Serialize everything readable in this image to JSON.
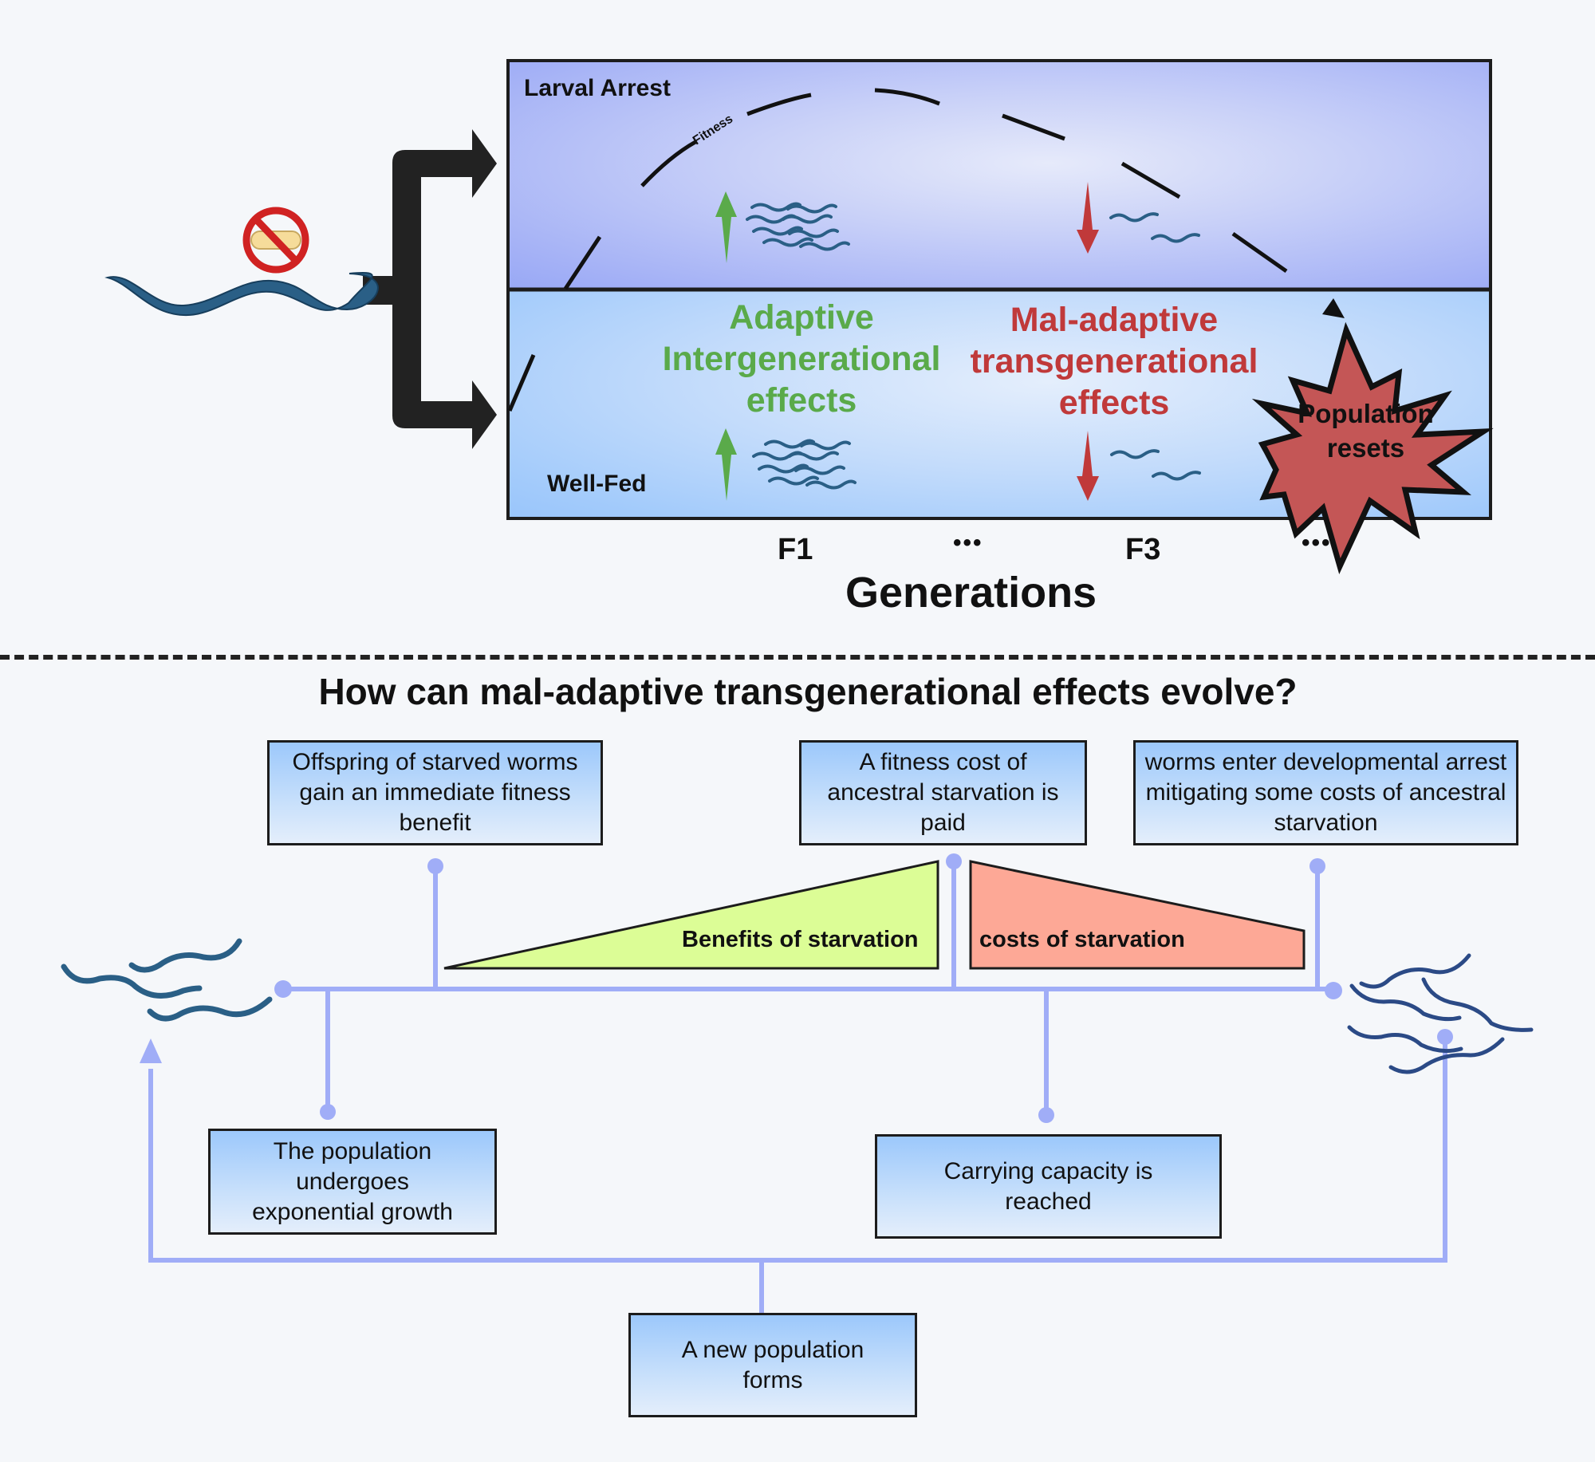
{
  "top_panel": {
    "upper_condition_label": "Larval Arrest",
    "lower_condition_label": "Well-Fed",
    "fitness_curve_label": "Fitness",
    "adaptive_label_lines": [
      "Adaptive",
      "Intergenerational",
      "effects"
    ],
    "maladaptive_label_lines": [
      "Mal-adaptive",
      "transgenerational",
      "effects"
    ],
    "reset_label_lines": [
      "Population",
      "resets"
    ],
    "x_ticks": [
      "F1",
      "•••",
      "F3",
      "•••"
    ],
    "x_axis_title": "Generations",
    "colors": {
      "adaptive": "#5aaa4a",
      "maladaptive": "#c0393a",
      "starburst": "#c45656",
      "worm": "#2a5f86",
      "no_food_sign": "#d02222"
    },
    "icons": {
      "starved_worm": "worm-icon",
      "no_food": "no-bacteria-icon",
      "fitness_up": "arrow-up-icon",
      "fitness_down": "arrow-down-icon"
    }
  },
  "bottom_panel": {
    "title": "How can mal-adaptive transgenerational effects evolve?",
    "steps_top": [
      "Offspring of starved worms gain an immediate fitness benefit",
      "A fitness cost of ancestral starvation is paid",
      "worms enter developmental arrest mitigating some costs of ancestral starvation"
    ],
    "steps_bottom": [
      "The population undergoes exponential growth",
      "Carrying capacity is reached"
    ],
    "cycle_step": "A new population forms",
    "benefits_label": "Benefits of starvation",
    "costs_label": "costs of starvation",
    "colors": {
      "timeline": "#a0adf7",
      "benefits_fill": "#dcfd96",
      "costs_fill": "#fda896",
      "box_border": "#1c1c1c"
    }
  }
}
